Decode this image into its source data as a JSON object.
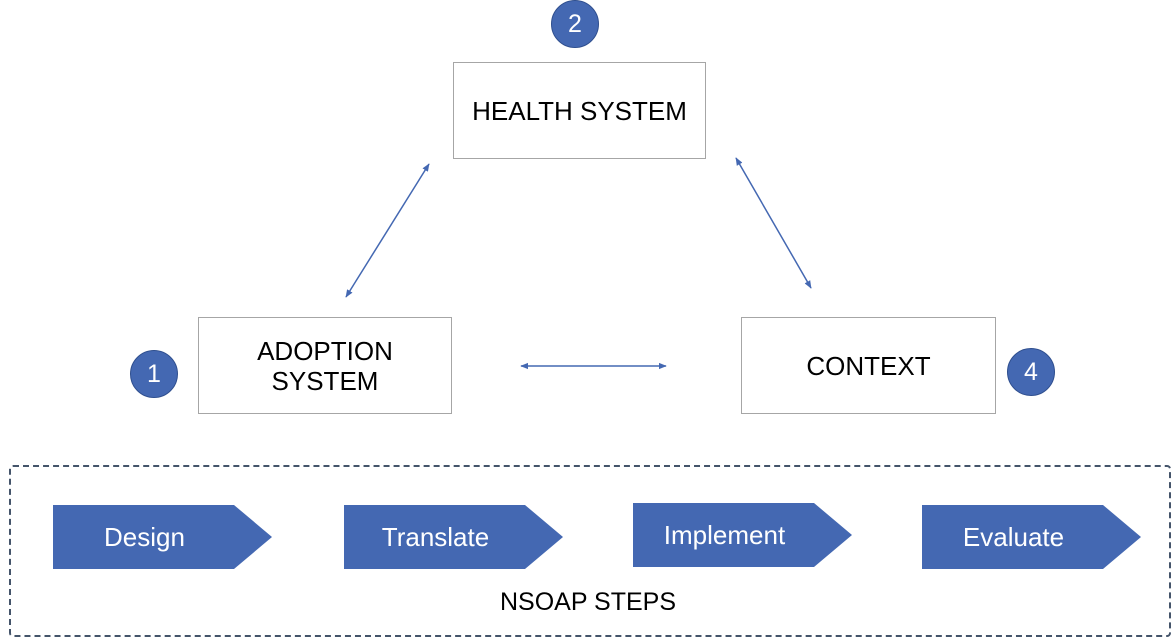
{
  "nodes": {
    "health_system": {
      "label": "HEALTH SYSTEM"
    },
    "adoption_system": {
      "label_line1": "ADOPTION",
      "label_line2": "SYSTEM"
    },
    "context": {
      "label": "CONTEXT"
    }
  },
  "badges": {
    "health_system": "2",
    "adoption_system": "1",
    "context": "4"
  },
  "steps": {
    "items": [
      "Design",
      "Translate",
      "Implement",
      "Evaluate"
    ],
    "label": "NSOAP STEPS"
  },
  "colors": {
    "accent": "#4468b2",
    "box_border": "#a6a6a6",
    "frame_border": "#44546a"
  },
  "icons": {
    "connector": "double-headed-arrow",
    "step_shape": "pentagon-arrow"
  }
}
